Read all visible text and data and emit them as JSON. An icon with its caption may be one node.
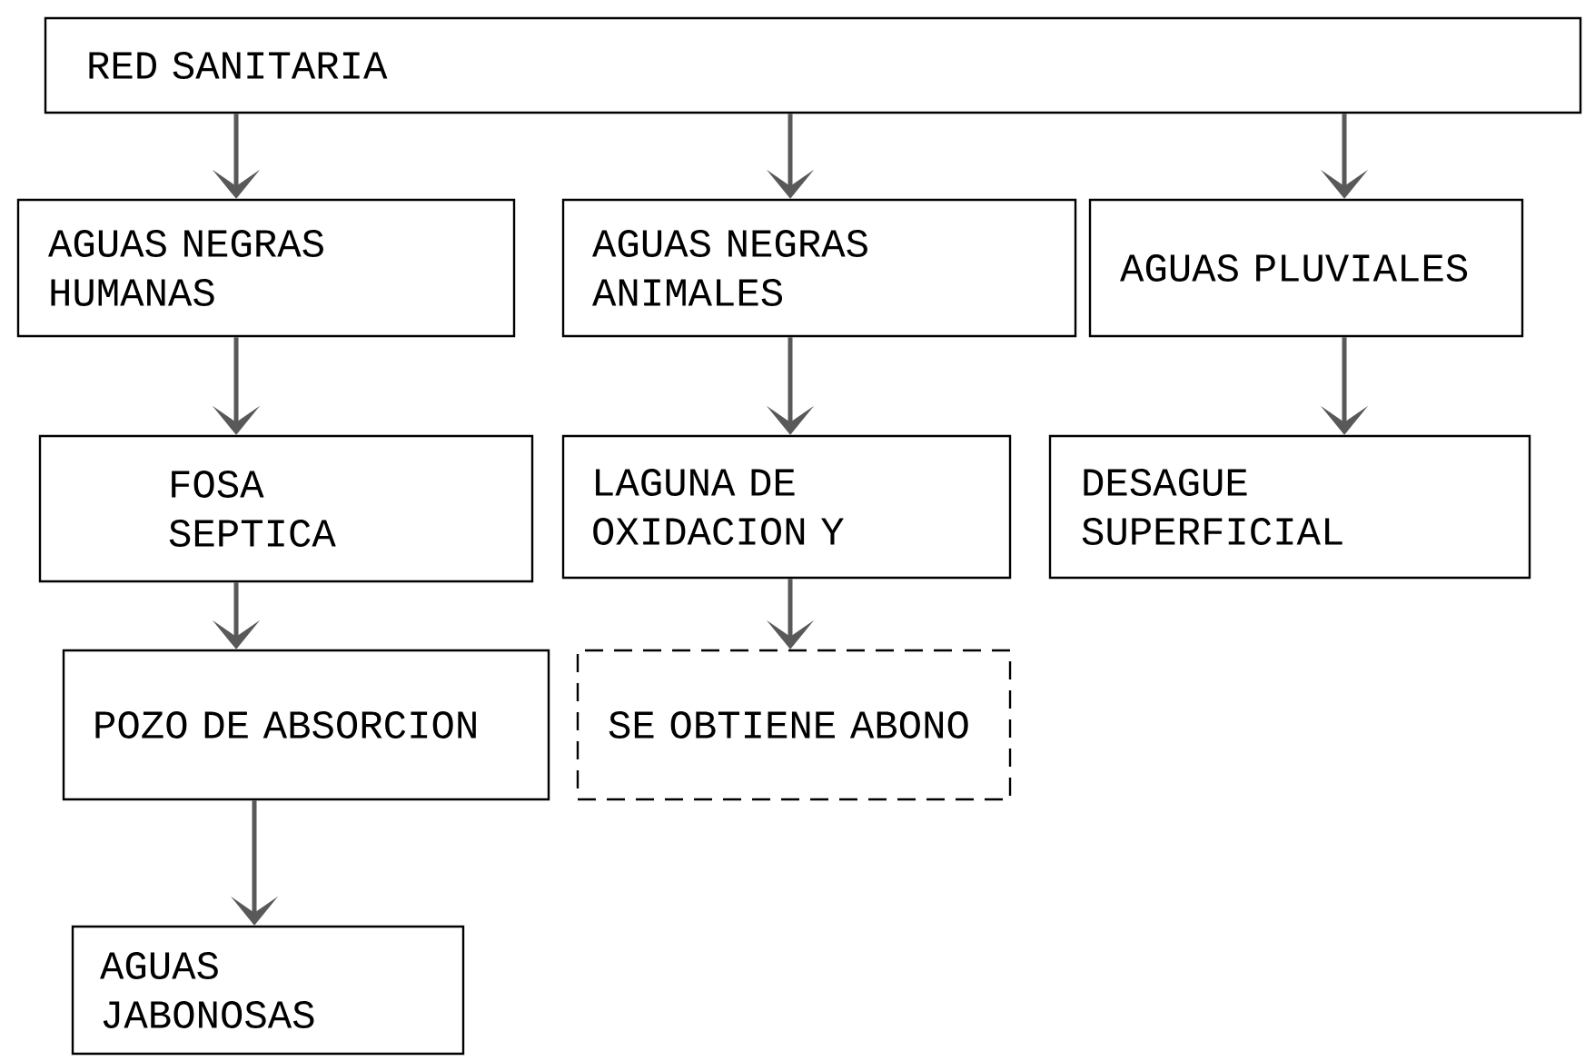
{
  "diagram": {
    "nodes": [
      {
        "text": [
          "RED SANITARIA"
        ]
      },
      {
        "text": [
          "AGUAS NEGRAS HUMANAS"
        ]
      },
      {
        "text": [
          "FOSA SEPTICA"
        ]
      },
      {
        "text": [
          "POZO DE ABSORCION"
        ]
      },
      {
        "text": [
          "AGUAS JABONOSAS"
        ]
      },
      {
        "text": [
          "AGUAS NEGRAS ANIMALES"
        ]
      },
      {
        "text": [
          "LAGUNA DE OXIDACION Y"
        ]
      },
      {
        "text": [
          "SE OBTIENE ABONO"
        ]
      },
      {
        "text": [
          "AGUAS PLUVIALES"
        ]
      },
      {
        "text": [
          "DESAGUE SUPERFICIAL"
        ]
      }
    ],
    "edges": [
      {
        "from": 0,
        "to": 1,
        "arrow": "to"
      },
      {
        "from": 1,
        "to": 2,
        "arrow": "to"
      },
      {
        "from": 2,
        "to": 3,
        "arrow": "to"
      },
      {
        "from": 3,
        "to": 4,
        "arrow": "to"
      },
      {
        "from": 0,
        "to": 5,
        "arrow": "to"
      },
      {
        "from": 5,
        "to": 6,
        "arrow": "to"
      },
      {
        "from": 6,
        "to": 7,
        "arrow": "to"
      },
      {
        "from": 0,
        "to": 8,
        "arrow": "to"
      },
      {
        "from": 8,
        "to": 9,
        "arrow": "to"
      }
    ]
  }
}
